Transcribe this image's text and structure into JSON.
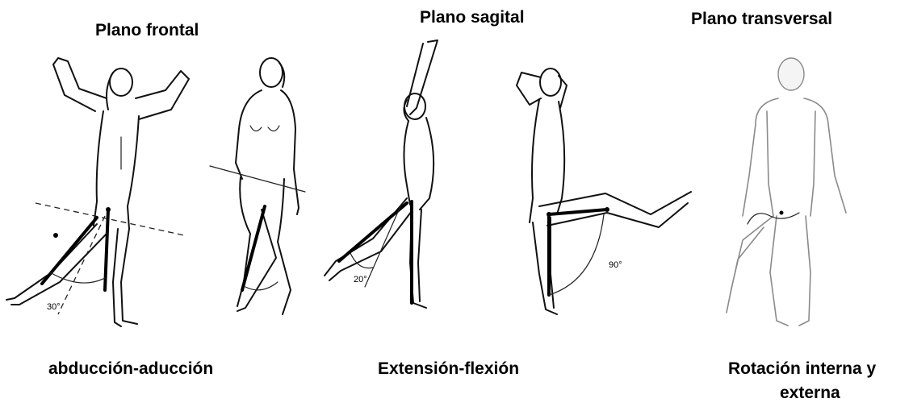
{
  "titles": {
    "frontal": "Plano frontal",
    "sagital": "Plano sagital",
    "transversal": "Plano transversal"
  },
  "captions": {
    "frontal": "abducción-aducción",
    "sagital": "Extensión-flexión",
    "transversal_line1": "Rotación interna y",
    "transversal_line2": "externa"
  },
  "angle_labels": {
    "abduction": "30°",
    "extension": "20°",
    "flexion": "90°"
  }
}
